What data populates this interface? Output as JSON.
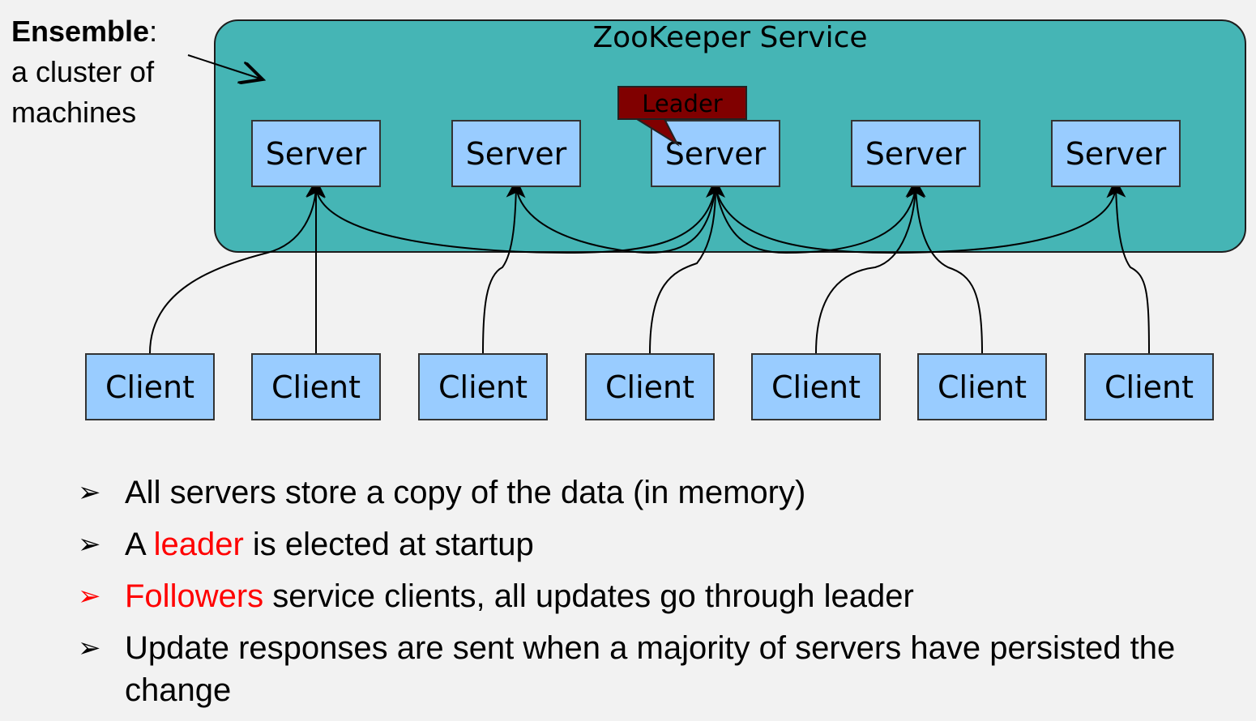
{
  "ensemble_note": {
    "bold": "Ensemble",
    "rest_line1": ":",
    "line2": "a cluster of",
    "line3": "machines"
  },
  "service": {
    "title": "ZooKeeper Service"
  },
  "leader_tag": "Leader",
  "servers": [
    "Server",
    "Server",
    "Server",
    "Server",
    "Server"
  ],
  "clients": [
    "Client",
    "Client",
    "Client",
    "Client",
    "Client",
    "Client",
    "Client"
  ],
  "bullets": [
    {
      "marker": "➢",
      "parts": [
        {
          "text": "All servers store a copy of the data (in memory)",
          "red": false
        }
      ]
    },
    {
      "marker": "➢",
      "parts": [
        {
          "text": "A ",
          "red": false
        },
        {
          "text": "leader",
          "red": true
        },
        {
          "text": " is elected at startup",
          "red": false
        }
      ]
    },
    {
      "marker": "➢",
      "marker_red": true,
      "parts": [
        {
          "text": "Followers",
          "red": true
        },
        {
          "text": " service clients, all updates go through leader",
          "red": false
        }
      ]
    },
    {
      "marker": "➢",
      "parts": [
        {
          "text": "Update responses are sent when a majority of servers have persisted the change",
          "red": false
        }
      ]
    }
  ],
  "colors": {
    "service_fill": "#45b5b5",
    "node_fill": "#99ccff",
    "leader_fill": "#800000",
    "accent_red": "#ff0000"
  }
}
